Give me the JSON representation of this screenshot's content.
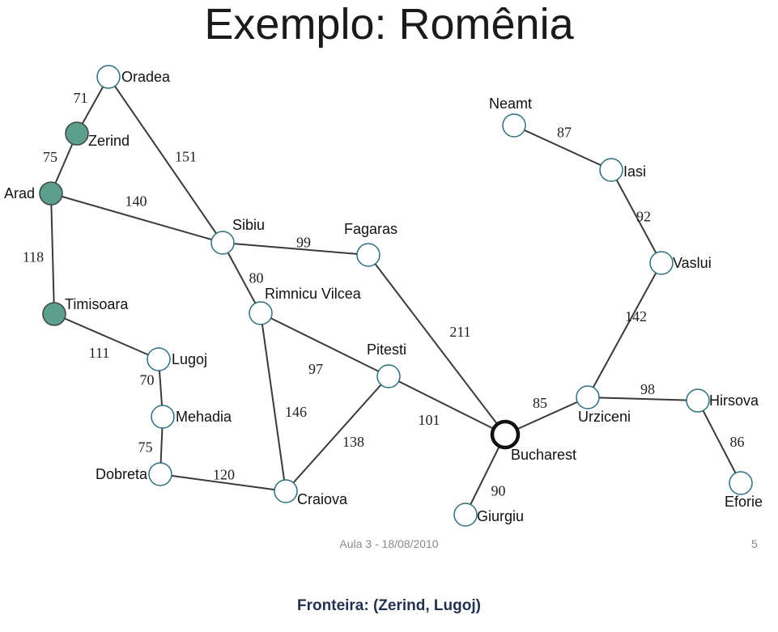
{
  "title": "Exemplo: Romênia",
  "footer": "Aula 3 - 18/08/2010",
  "page_number": "5",
  "frontier_text": "Fronteira: (Zerind, Lugoj)",
  "colors": {
    "explored_node": "#5e9e8c",
    "frontier_text": "#23324f"
  },
  "nodes": [
    {
      "id": "oradea",
      "label": "Oradea",
      "state": "unvisited"
    },
    {
      "id": "zerind",
      "label": "Zerind",
      "state": "explored"
    },
    {
      "id": "arad",
      "label": "Arad",
      "state": "explored"
    },
    {
      "id": "timisoara",
      "label": "Timisoara",
      "state": "explored"
    },
    {
      "id": "lugoj",
      "label": "Lugoj",
      "state": "unvisited"
    },
    {
      "id": "mehadia",
      "label": "Mehadia",
      "state": "unvisited"
    },
    {
      "id": "dobreta",
      "label": "Dobreta",
      "state": "unvisited"
    },
    {
      "id": "craiova",
      "label": "Craiova",
      "state": "unvisited"
    },
    {
      "id": "sibiu",
      "label": "Sibiu",
      "state": "unvisited"
    },
    {
      "id": "rimnicu",
      "label": "Rimnicu Vilcea",
      "state": "unvisited"
    },
    {
      "id": "fagaras",
      "label": "Fagaras",
      "state": "unvisited"
    },
    {
      "id": "pitesti",
      "label": "Pitesti",
      "state": "unvisited"
    },
    {
      "id": "bucharest",
      "label": "Bucharest",
      "state": "goal"
    },
    {
      "id": "giurgiu",
      "label": "Giurgiu",
      "state": "unvisited"
    },
    {
      "id": "urziceni",
      "label": "Urziceni",
      "state": "unvisited"
    },
    {
      "id": "hirsova",
      "label": "Hirsova",
      "state": "unvisited"
    },
    {
      "id": "eforie",
      "label": "Eforie",
      "state": "unvisited"
    },
    {
      "id": "vaslui",
      "label": "Vaslui",
      "state": "unvisited"
    },
    {
      "id": "iasi",
      "label": "Iasi",
      "state": "unvisited"
    },
    {
      "id": "neamt",
      "label": "Neamt",
      "state": "unvisited"
    }
  ],
  "edges": [
    {
      "from": "oradea",
      "to": "zerind",
      "cost": "71"
    },
    {
      "from": "zerind",
      "to": "arad",
      "cost": "75"
    },
    {
      "from": "oradea",
      "to": "sibiu",
      "cost": "151"
    },
    {
      "from": "arad",
      "to": "sibiu",
      "cost": "140"
    },
    {
      "from": "arad",
      "to": "timisoara",
      "cost": "118"
    },
    {
      "from": "timisoara",
      "to": "lugoj",
      "cost": "111"
    },
    {
      "from": "lugoj",
      "to": "mehadia",
      "cost": "70"
    },
    {
      "from": "mehadia",
      "to": "dobreta",
      "cost": "75"
    },
    {
      "from": "dobreta",
      "to": "craiova",
      "cost": "120"
    },
    {
      "from": "sibiu",
      "to": "fagaras",
      "cost": "99"
    },
    {
      "from": "sibiu",
      "to": "rimnicu",
      "cost": "80"
    },
    {
      "from": "rimnicu",
      "to": "pitesti",
      "cost": "97"
    },
    {
      "from": "rimnicu",
      "to": "craiova",
      "cost": "146"
    },
    {
      "from": "craiova",
      "to": "pitesti",
      "cost": "138"
    },
    {
      "from": "fagaras",
      "to": "bucharest",
      "cost": "211"
    },
    {
      "from": "pitesti",
      "to": "bucharest",
      "cost": "101"
    },
    {
      "from": "bucharest",
      "to": "giurgiu",
      "cost": "90"
    },
    {
      "from": "bucharest",
      "to": "urziceni",
      "cost": "85"
    },
    {
      "from": "urziceni",
      "to": "hirsova",
      "cost": "98"
    },
    {
      "from": "hirsova",
      "to": "eforie",
      "cost": "86"
    },
    {
      "from": "urziceni",
      "to": "vaslui",
      "cost": "142"
    },
    {
      "from": "vaslui",
      "to": "iasi",
      "cost": "92"
    },
    {
      "from": "iasi",
      "to": "neamt",
      "cost": "87"
    }
  ]
}
